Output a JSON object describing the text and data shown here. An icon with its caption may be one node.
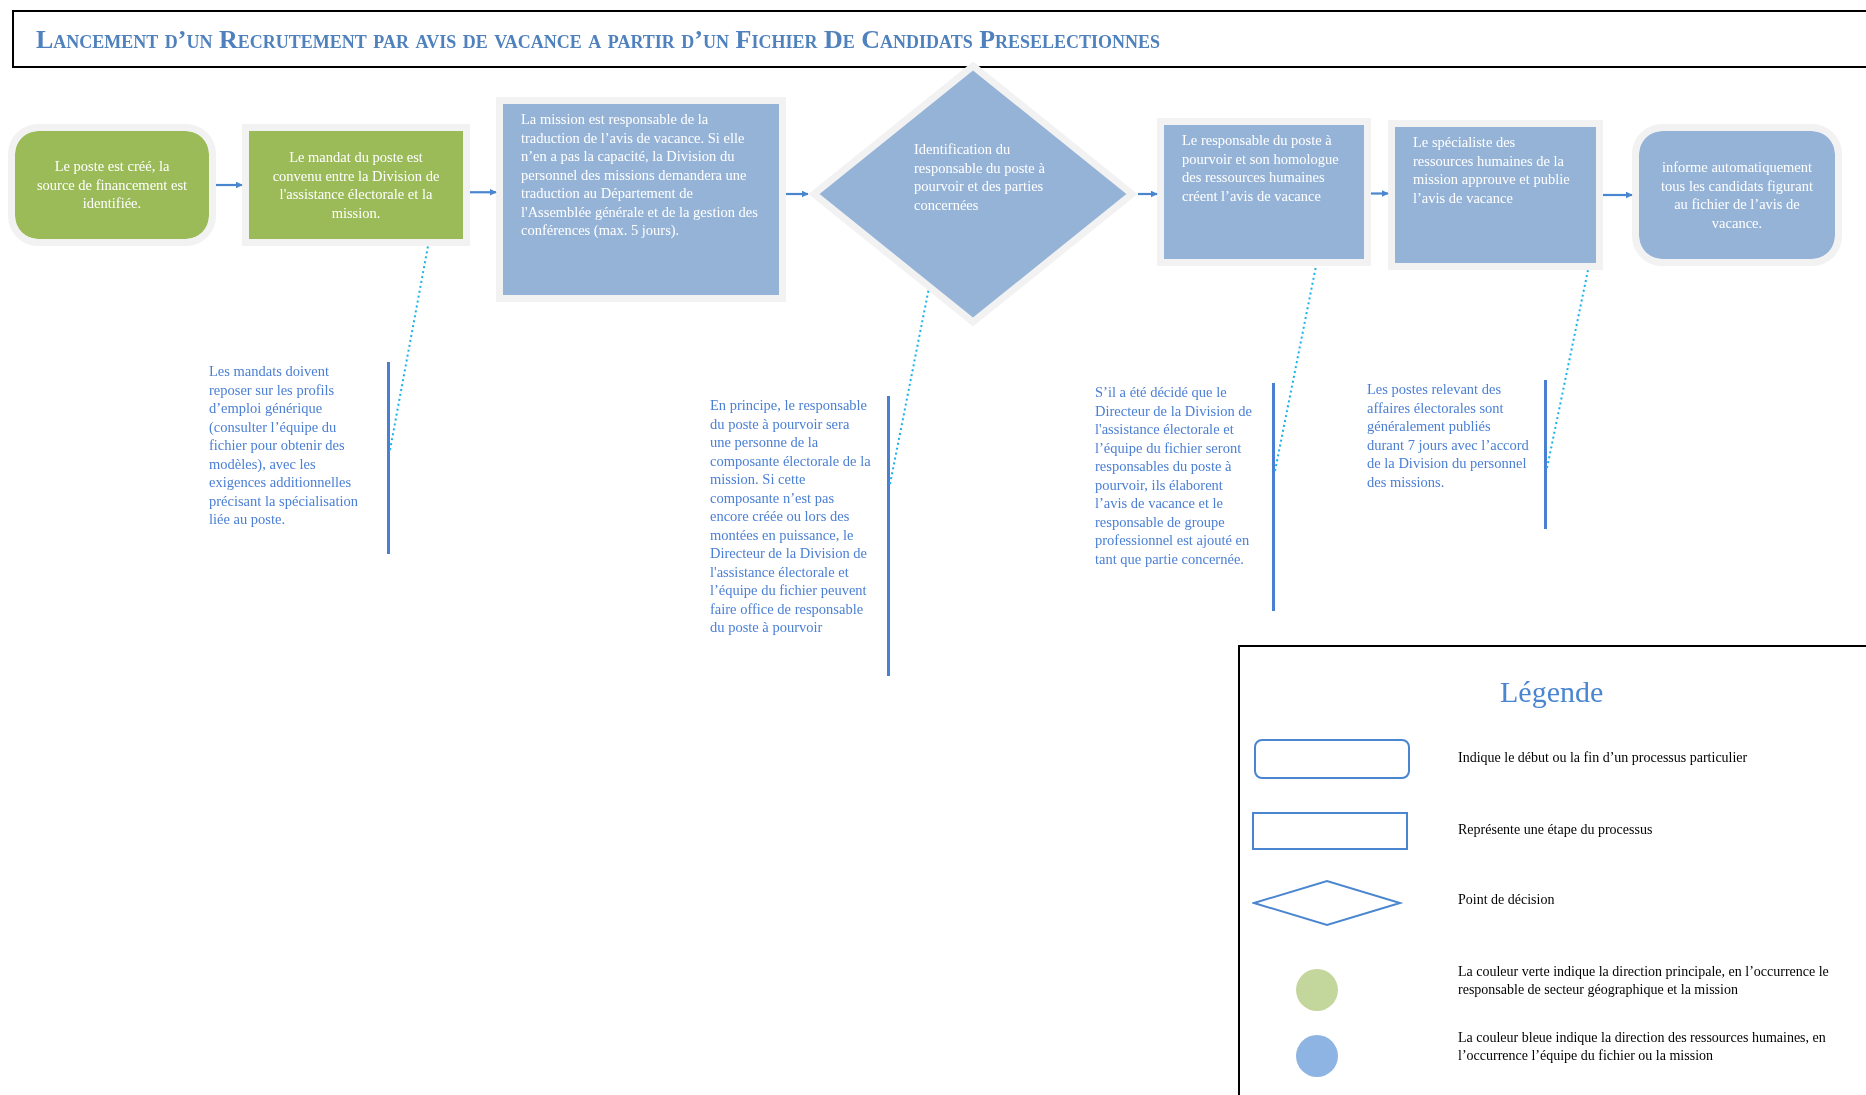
{
  "diagram": {
    "title": "Lancement d’un Recrutement par avis de vacance a partir d’un Fichier De Candidats Preselectionnes",
    "nodes": [
      {
        "text": [
          "Le poste est créé, la source de financement est identifiée."
        ]
      },
      {
        "text": [
          "Le mandat du poste est convenu entre la Division de l'assistance électorale et la mission."
        ]
      },
      {
        "text": [
          "La mission est responsable de la traduction de l’avis de vacance. Si elle n’en a pas la capacité, la Division du personnel des missions demandera une traduction au Département de l'Assemblée générale et de la gestion des conférences (max. 5 jours)."
        ]
      },
      {
        "text": [
          "Identification du responsable du poste à pourvoir et des parties concernées"
        ]
      },
      {
        "text": [
          "Le responsable du poste à pourvoir et son homologue des ressources humaines créent l’avis de vacance"
        ]
      },
      {
        "text": [
          "Le spécialiste des ressources humaines de la mission approuve et publie l’avis de vacance"
        ]
      },
      {
        "text": [
          "informe automatiquement tous les candidats figurant au fichier de l’avis de vacance."
        ]
      },
      {
        "text": [
          "Les mandats doivent reposer sur les profils d’emploi générique (consulter l’équipe du fichier pour obtenir des modèles), avec les exigences additionnelles précisant la spécialisation liée au poste."
        ]
      },
      {
        "text": [
          "En principe, le responsable du poste à pourvoir sera une personne de la composante électorale de la mission. Si cette composante n’est pas encore créée ou lors des montées en puissance, le Directeur de la Division de l'assistance électorale et l’équipe du fichier peuvent faire office de responsable du poste à pourvoir"
        ]
      },
      {
        "text": [
          "S’il a été décidé que le Directeur de la Division de l'assistance électorale et l’équipe du fichier seront responsables du poste à pourvoir, ils élaborent l’avis de vacance et le responsable de groupe professionnel est ajouté en tant que partie concernée."
        ]
      },
      {
        "text": [
          "Les postes relevant des affaires électorales sont généralement publiés durant 7 jours avec l’accord de la Division du personnel des missions."
        ]
      }
    ],
    "edges": [
      {
        "from": 0,
        "to": 1,
        "arrow": "to"
      },
      {
        "from": 1,
        "to": 2,
        "arrow": "to"
      },
      {
        "from": 2,
        "to": 3,
        "arrow": "to"
      },
      {
        "from": 3,
        "to": 4,
        "arrow": "to"
      },
      {
        "from": 4,
        "to": 5,
        "arrow": "to"
      },
      {
        "from": 5,
        "to": 6,
        "arrow": "to"
      },
      {
        "from": 7,
        "to": 1,
        "arrow": "none",
        "style": "dashed",
        "color": "#1ab0ec"
      },
      {
        "from": 8,
        "to": 3,
        "arrow": "none",
        "style": "dashed",
        "color": "#1ab0ec"
      },
      {
        "from": 9,
        "to": 4,
        "arrow": "none",
        "style": "dashed",
        "color": "#1ab0ec"
      },
      {
        "from": 10,
        "to": 5,
        "arrow": "none",
        "style": "dashed",
        "color": "#1ab0ec"
      }
    ],
    "labels": [
      "Légende"
    ],
    "legend": [
      {
        "text": "Indique le début ou la fin d’un processus particulier"
      },
      {
        "text": "Représente une étape du processus"
      },
      {
        "text": "Point de décision"
      },
      {
        "text": "La couleur verte indique la direction principale, en l’occurrence le responsable de secteur géographique et la mission",
        "color": "#c3d69b"
      },
      {
        "text": "La couleur bleue indique la direction des ressources humaines, en l’occurrence l’équipe du fichier ou la mission",
        "color": "#8eb4e3"
      }
    ]
  }
}
